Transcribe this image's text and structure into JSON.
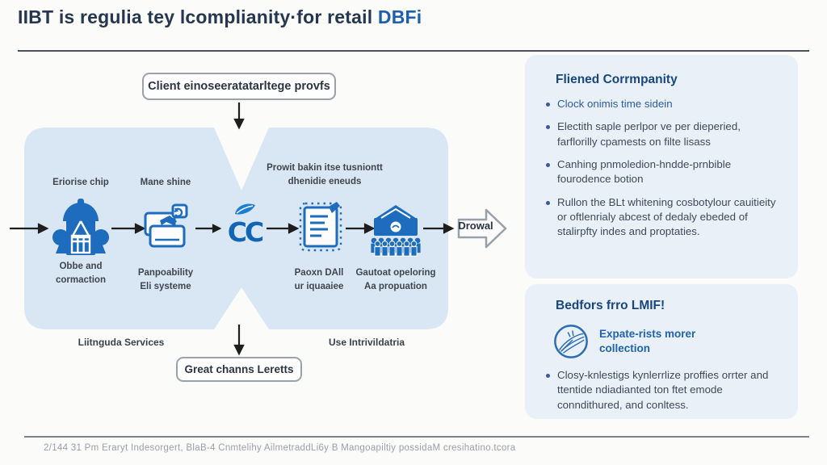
{
  "title": {
    "main": "IIBT is regulia tey lcomplianity·for retail",
    "accent": "DBFi"
  },
  "flow": {
    "top_box": "Client einoseeratatarltege provfs",
    "bottom_box": "Great channs Leretts",
    "left_footnote": "Liitnguda Services",
    "right_footnote": "Use Intrivildatria",
    "output_label": "Drowal",
    "logo_text": "CC",
    "nodes": [
      {
        "top": "Eriorise chip",
        "bottom": "Obbe and\ncormaction",
        "icon": "bank-building-icon"
      },
      {
        "top": "Mane shine",
        "bottom": "Panpoability\nEli systeme",
        "icon": "document-hand-icon"
      },
      {
        "top": "Prowit bakin itse tusniontt\ndhenidie eneuds",
        "bottom": "Paoxn DAll\nur iquaaiee",
        "icon": "notepad-icon"
      },
      {
        "bottom": "Gautoat opeloring\nAa propuation",
        "icon": "institution-people-icon"
      }
    ]
  },
  "panels": [
    {
      "title": "Fliened Corrmpanity",
      "bullets": [
        {
          "text": "Clock onimis time sidein"
        },
        {
          "text": "Electith saple perlpor ve per dieperied, farflorilly cpamests on filte lisass"
        },
        {
          "text": "Canhing pnmoledion-hndde-prnbible fourodence botion"
        },
        {
          "text": "Rullon the BLt whitening cosbotylour cauitieity or oftlenrialy abcest of dedaly ebeded of stalirpfty indes and proptaties."
        }
      ]
    },
    {
      "title": "Bedfors frro LMIF!",
      "feature": "Expate-rists morer collection",
      "bullets": [
        {
          "text": "Closy-knlestigs kynlerrlize proffies orrter and ttentide ndiadianted ton ftet emode conndithured, and conltess."
        }
      ]
    }
  ],
  "footer": {
    "text": "2/144 31 Pm Eraryt Indesorgert, BlaB-4 Cnmtelihy AilmetraddLi6y B Mangoapiltiy possidaM cresihatino.tcora"
  },
  "colors": {
    "accent_blue": "#1d5fae",
    "icon_blue": "#1d6cbd",
    "shape_fill": "#d9e6f4",
    "panel_fill": "#e9f0f8"
  }
}
